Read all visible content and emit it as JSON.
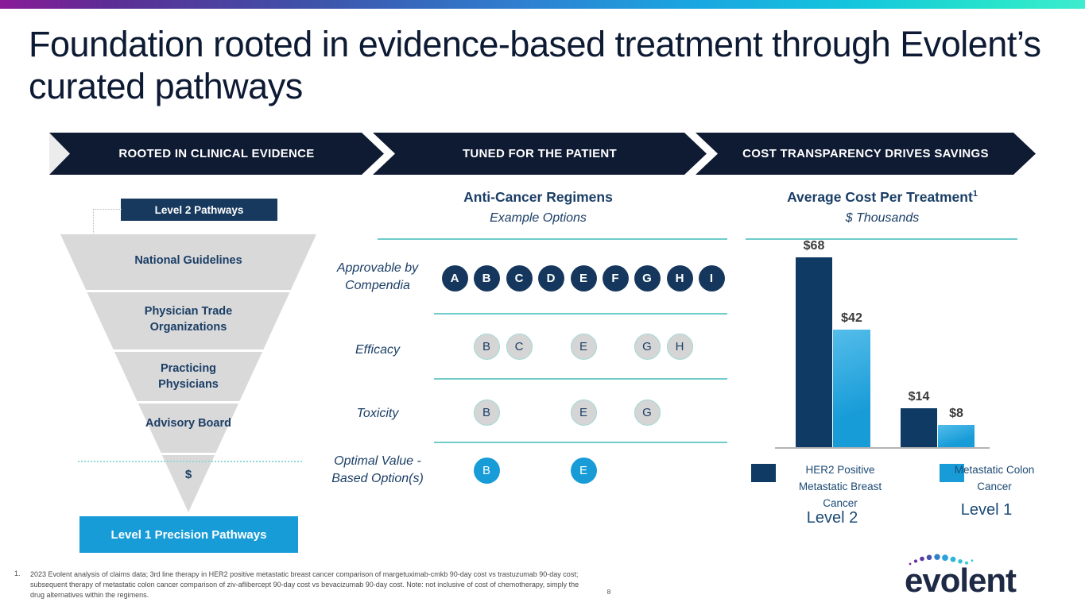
{
  "slide": {
    "title": "Foundation rooted in evidence-based treatment through Evolent’s curated pathways",
    "page_number": "8",
    "footnote_marker": "1.",
    "footnote": "2023 Evolent analysis of claims data; 3rd line therapy in HER2 positive metastatic breast cancer comparison of margetuximab-cmkb 90-day cost vs trastuzumab 90-day cost; subsequent therapy of metastatic colon cancer comparison of ziv-aflibercept 90-day cost vs bevacizumab 90-day cost. Note: not inclusive of cost of chemotherapy, simply the drug alternatives within the regimens.",
    "logo_text": "evolent"
  },
  "banner": {
    "steps": [
      "ROOTED IN CLINICAL EVIDENCE",
      "TUNED FOR THE PATIENT",
      "COST TRANSPARENCY DRIVES SAVINGS"
    ]
  },
  "funnel": {
    "top_label": "Level 2 Pathways",
    "segments": [
      "National Guidelines",
      "Physician Trade Organizations",
      "Practicing Physicians",
      "Advisory Board",
      "$"
    ],
    "bottom_label": "Level 1 Precision Pathways"
  },
  "regimens": {
    "title": "Anti-Cancer Regimens",
    "subtitle": "Example Options",
    "columns": [
      "A",
      "B",
      "C",
      "D",
      "E",
      "F",
      "G",
      "H",
      "I"
    ],
    "rows": [
      {
        "label": "Approvable by Compendia",
        "style": "navy",
        "letters": [
          "A",
          "B",
          "C",
          "D",
          "E",
          "F",
          "G",
          "H",
          "I"
        ]
      },
      {
        "label": "Efficacy",
        "style": "gray",
        "letters": [
          "B",
          "C",
          "E",
          "G",
          "H"
        ]
      },
      {
        "label": "Toxicity",
        "style": "gray",
        "letters": [
          "B",
          "E",
          "G"
        ]
      },
      {
        "label": "Optimal Value - Based Option(s)",
        "style": "blue",
        "letters": [
          "B",
          "E"
        ]
      }
    ]
  },
  "chart_data": {
    "type": "bar",
    "title": "Average Cost Per Treatment",
    "title_superscript": "1",
    "subtitle": "$ Thousands",
    "value_prefix": "$",
    "ylim": [
      0,
      75
    ],
    "axes": "hidden",
    "data_labels": true,
    "legend_position": "bottom",
    "groups": [
      {
        "category": "Level 2",
        "legend": "HER2 Positive Metastatic Breast Cancer",
        "legend_color": "#0e3a63",
        "bars": [
          {
            "color": "#0e3a63",
            "value": 68
          },
          {
            "color": "#189cd8",
            "value": 42
          }
        ]
      },
      {
        "category": "Level 1",
        "legend": "Metastatic Colon Cancer",
        "legend_color": "#189cd8",
        "bars": [
          {
            "color": "#0e3a63",
            "value": 14
          },
          {
            "color": "#189cd8",
            "value": 8
          }
        ]
      }
    ]
  },
  "colors": {
    "banner-navy": "#0f1b33",
    "box-navy": "#17395e",
    "circle-navy": "#16375d",
    "navy-text": "#1b3e66",
    "funnel-gray": "#d9d9d9",
    "bright-blue": "#189cd8",
    "bar-navy": "#0e3a63",
    "teal-line": "#6fccca"
  }
}
